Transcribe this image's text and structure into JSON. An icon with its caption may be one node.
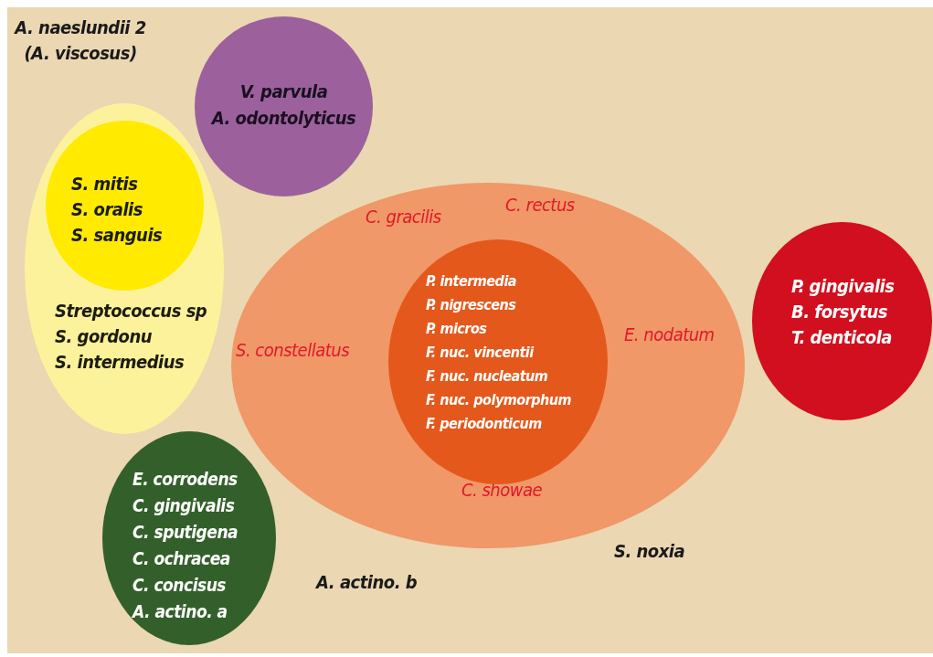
{
  "diagram": {
    "nodes": [
      {
        "text": [
          "V. parvula",
          "A. odontolyticus"
        ]
      },
      {
        "text": [
          "Streptococcus sp",
          "S. gordonu",
          "S. intermedius"
        ]
      },
      {
        "text": [
          "S. mitis",
          "S. oralis",
          "S. sanguis"
        ],
        "in": 1
      },
      {
        "text": [
          "C. gracilis",
          "C. rectus",
          "S. constellatus",
          "E. nodatum",
          "C. showae"
        ]
      },
      {
        "text": [
          "P. intermedia",
          "P. nigrescens",
          "P. micros",
          "F. nuc. vincentii",
          "F. nuc. nucleatum",
          "F. nuc. polymorphum",
          "F. periodonticum"
        ],
        "in": 3
      },
      {
        "text": [
          "P. gingivalis",
          "B. forsytus",
          "T. denticola"
        ]
      },
      {
        "text": [
          "E. corrodens",
          "C. gingivalis",
          "C. sputigena",
          "C. ochracea",
          "C. concisus",
          "A. actino. a"
        ]
      }
    ],
    "labels": [
      "A. naeslundii 2 (A. viscosus)",
      "S. noxia",
      "A. actino. b"
    ]
  }
}
